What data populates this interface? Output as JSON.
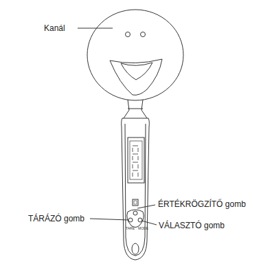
{
  "diagram": {
    "labels": [
      "Kanál",
      "ÉRTÉKRÖGZÍTŐ gomb",
      "TÁRÁZÓ gomb",
      "VÁLASZTÓ gomb",
      "TARE",
      "MODE"
    ]
  }
}
